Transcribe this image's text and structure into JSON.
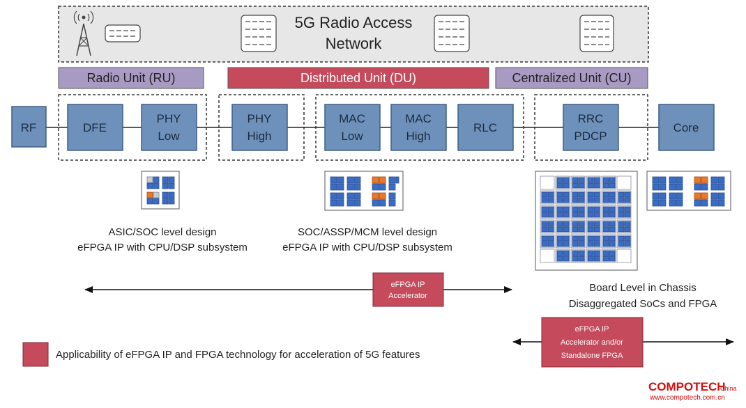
{
  "header": {
    "title_line1": "5G Radio Access",
    "title_line2": "Network"
  },
  "bands": {
    "ru": "Radio Unit (RU)",
    "du": "Distributed Unit (DU)",
    "cu": "Centralized Unit (CU)"
  },
  "blocks": {
    "rf": "RF",
    "dfe": "DFE",
    "phy_low_1": "PHY",
    "phy_low_2": "Low",
    "phy_high_1": "PHY",
    "phy_high_2": "High",
    "mac_low_1": "MAC",
    "mac_low_2": "Low",
    "mac_high_1": "MAC",
    "mac_high_2": "High",
    "rlc": "RLC",
    "rrc_1": "RRC",
    "rrc_2": "PDCP",
    "core": "Core"
  },
  "captions": {
    "asic_line1": "ASIC/SOC level design",
    "asic_line2": "eFPGA IP with CPU/DSP subsystem",
    "soc_line1": "SOC/ASSP/MCM level design",
    "soc_line2": "eFPGA IP with CPU/DSP subsystem",
    "board_line1": "Board Level in Chassis",
    "board_line2": "Disaggregated SoCs and FPGA"
  },
  "accelerators": {
    "efpga_ip_line1": "eFPGA IP",
    "efpga_ip_line2": "Accelerator",
    "standalone_line1": "eFPGA IP",
    "standalone_line2": "Accelerator and/or",
    "standalone_line3": "Standalone FPGA"
  },
  "legend": {
    "text": "Applicability of eFPGA IP and FPGA technology for acceleration of 5G features"
  },
  "watermark": {
    "brand": "COMPOTECH",
    "region": "China",
    "url": "www.compotech.com.cn"
  },
  "colors": {
    "block_blue": "#6e91bb",
    "band_purple": "#a89bc3",
    "band_red": "#c54a5b",
    "accent_orange": "#e8782c"
  }
}
